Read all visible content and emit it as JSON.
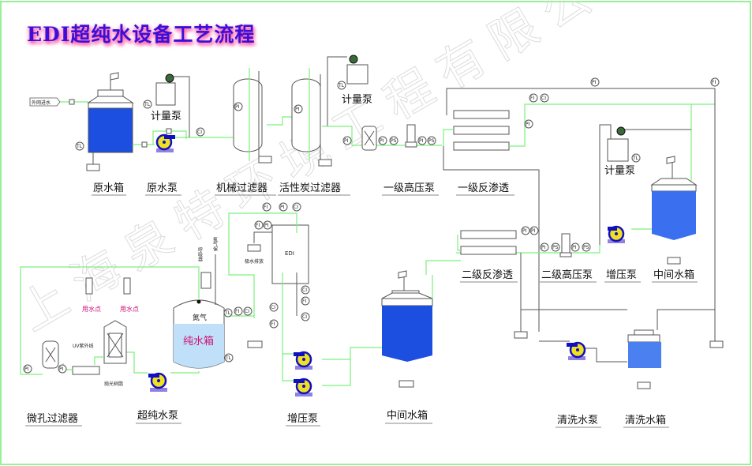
{
  "title": "EDI超纯水设备工艺流程",
  "watermark": "上海泉特环境工程有限公司",
  "colors": {
    "frame": "#9af09a",
    "pipe_green": "#7cf07c",
    "pipe_gray": "#555555",
    "tank_blue": "#1c4fe0",
    "tank_blue_mid": "#3a6ff0",
    "pure_tank_fill": "#bfe0f8",
    "pump_blue": "#1010c0",
    "pump_yellow": "#f0e020",
    "pump_base": "#9080e0",
    "magenta_text": "#d0107a",
    "title_color": "#3a10d8"
  },
  "inlet_label": "外网进水",
  "equipment_labels": {
    "raw_tank": "原水箱",
    "raw_pump": "原水泵",
    "mech_filter": "机械过滤器",
    "carbon_filter": "活性炭过滤器",
    "dosing_pump_1": "计量泵",
    "dosing_pump_2": "计量泵",
    "dosing_pump_3": "计量泵",
    "hp_pump_1": "一级高压泵",
    "ro_1": "一级反渗透",
    "ro_2": "二级反渗透",
    "hp_pump_2": "二级高压泵",
    "booster_pump_1": "增压泵",
    "intermediate_tank_1": "中间水箱",
    "micro_filter": "微孔过滤器",
    "uhp_pump": "超纯水泵",
    "booster_pump_2": "增压泵",
    "intermediate_tank_2": "中间水箱",
    "cleaning_pump": "清洗水泵",
    "cleaning_tank": "清洗水箱"
  },
  "inner_labels": {
    "edi": "EDI",
    "pure_tank": "纯水箱",
    "nitrogen": "氮气",
    "nitrogen_protect": "氮气保",
    "breather": "呼吸器",
    "concentrate_drain": "极水排放",
    "uv": "UV紫外线",
    "polish_resin": "抛光树脂",
    "use_point_1": "用水点",
    "use_point_2": "用水点",
    "use_point_tag": "用"
  },
  "instruments": {
    "PI": "PI",
    "PS": "PS",
    "FI": "FI",
    "CI": "CI",
    "TL": "TL"
  }
}
